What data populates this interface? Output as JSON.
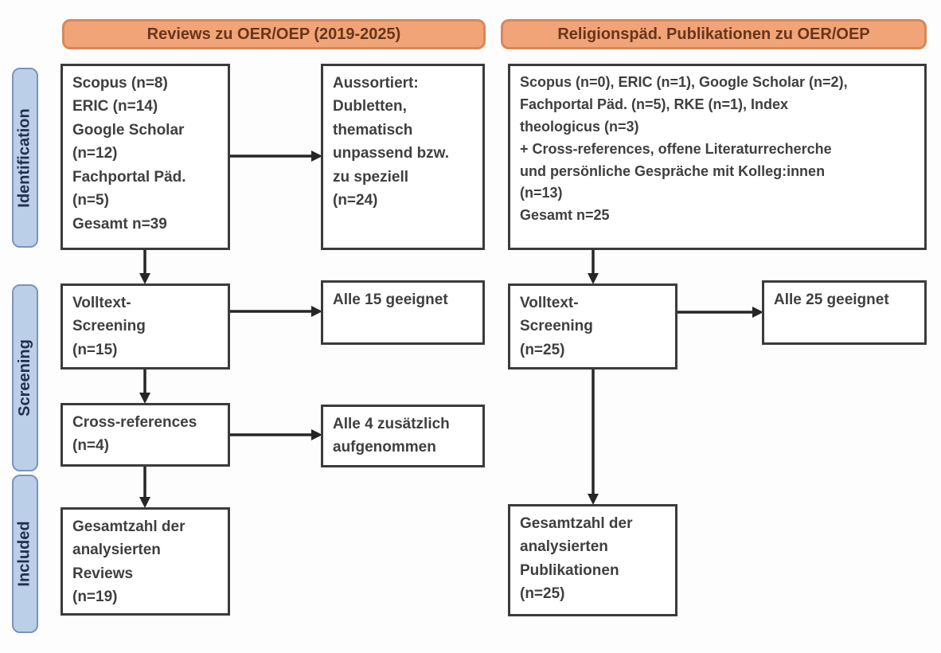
{
  "headers": {
    "left": "Reviews zu OER/OEP (2019-2025)",
    "right": "Religionspäd. Publikationen zu OER/OEP"
  },
  "stages": {
    "identification": "Identification",
    "screening": "Screening",
    "included": "Included"
  },
  "left_flow": {
    "sources": "Scopus (n=8)\nERIC (n=14)\nGoogle Scholar\n(n=12)\nFachportal Päd.\n(n=5)\nGesamt n=39",
    "excluded": "Aussortiert:\nDubletten,\nthematisch\nunpassend bzw.\nzu speziell\n(n=24)",
    "fulltext": "Volltext-\nScreening\n(n=15)",
    "fulltext_result": "Alle 15 geeignet",
    "crossref": "Cross-references\n(n=4)",
    "crossref_result": "Alle 4 zusätzlich\naufgenommen",
    "included": "Gesamtzahl der\nanalysierten\nReviews\n(n=19)"
  },
  "right_flow": {
    "sources": "Scopus (n=0), ERIC (n=1), Google Scholar (n=2),\nFachportal Päd. (n=5), RKE (n=1), Index\ntheologicus (n=3)\n+ Cross-references, offene Literaturrecherche\nund persönliche Gespräche mit Kolleg:innen\n(n=13)\nGesamt n=25",
    "fulltext": "Volltext-\nScreening\n(n=25)",
    "fulltext_result": "Alle 25 geeignet",
    "included": "Gesamtzahl der\nanalysierten\nPublikationen\n(n=25)"
  },
  "colors": {
    "header_fill": "#f1a478",
    "header_border": "#d8875a",
    "header_text": "#67351a",
    "stage_fill": "#bccfe8",
    "stage_border": "#7b94be",
    "stage_text": "#20304f",
    "box_border": "#3b3b3b",
    "box_text": "#3f3f3f",
    "arrow": "#262626",
    "background": "#fdfdfd"
  }
}
